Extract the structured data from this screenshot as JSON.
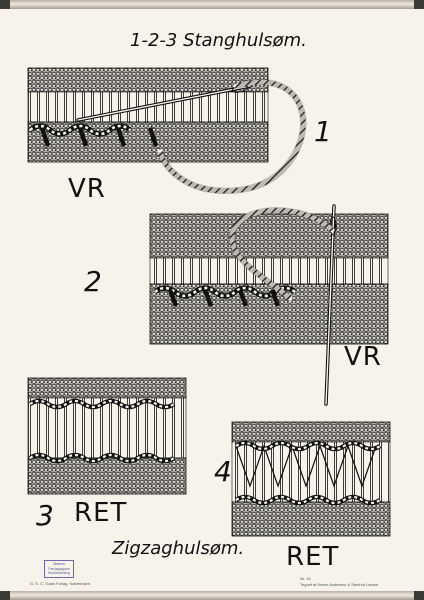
{
  "title": "1-2-3 Stanghulsøm.",
  "subtitle": "Zigzaghulsøm.",
  "panels": [
    {
      "number": "1",
      "label": "VR"
    },
    {
      "number": "2",
      "label": "VR"
    },
    {
      "number": "3",
      "label": "RET"
    },
    {
      "number": "4",
      "label": "RET"
    }
  ],
  "footer": {
    "publisher": "G. E. C. Gads Forlag, København",
    "stamp": "Statens Pædagogiske Studiesamling",
    "code": "Nr. 16",
    "printer": "Tegnet af Karen Andersen & Stenhof Larsen"
  },
  "colors": {
    "ink": "#111111",
    "paper": "#f7f3ea",
    "thread": "#222222"
  }
}
